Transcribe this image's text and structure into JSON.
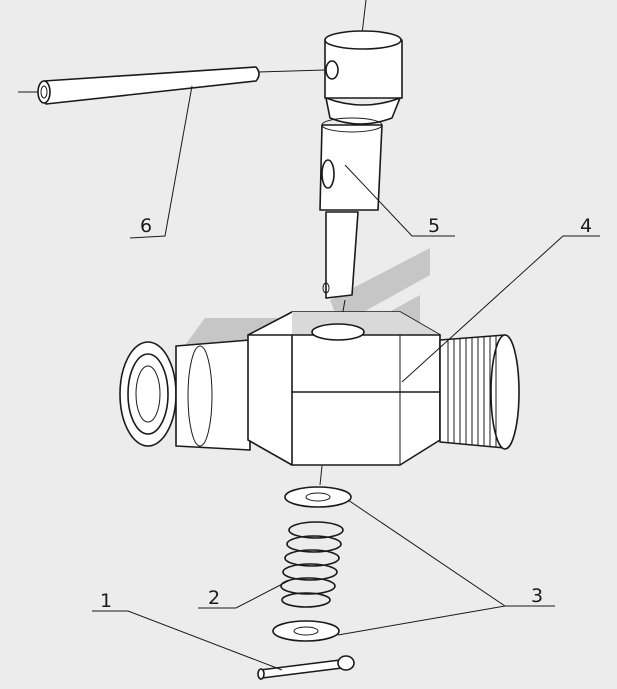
{
  "callouts": [
    {
      "id": "1",
      "label": "1"
    },
    {
      "id": "2",
      "label": "2"
    },
    {
      "id": "3",
      "label": "3"
    },
    {
      "id": "4",
      "label": "4"
    },
    {
      "id": "5",
      "label": "5"
    },
    {
      "id": "6",
      "label": "6"
    }
  ],
  "colors": {
    "background": "#ececec",
    "line": "#1a1a1a",
    "watermark": "#9a9a9a"
  }
}
